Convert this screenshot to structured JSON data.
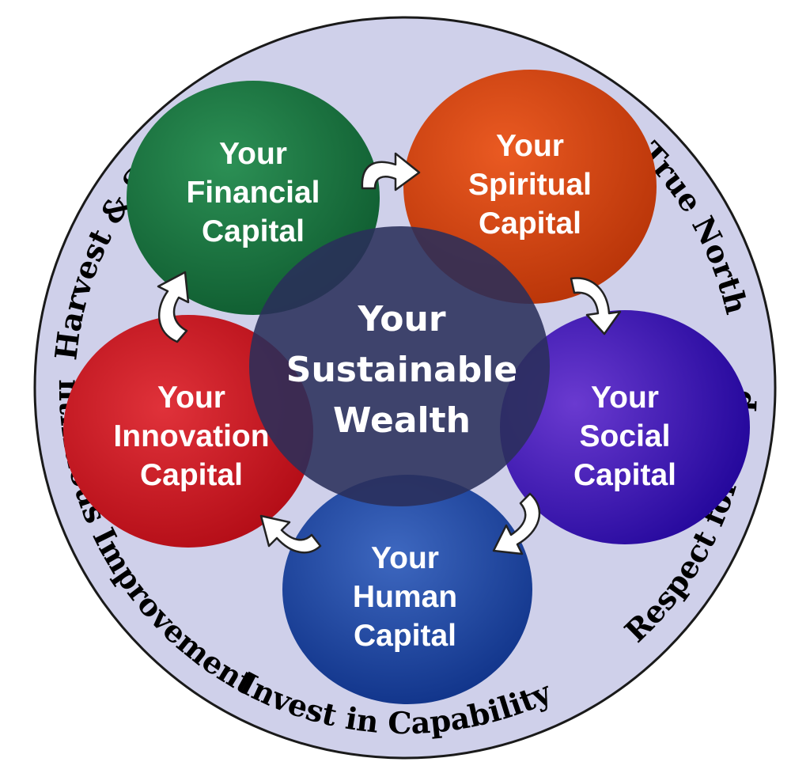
{
  "ring": {
    "fill": "#cfd0ea",
    "stroke": "#1a1a1a",
    "labels": {
      "top_left": "Harvest & Sow",
      "top_right": "True North",
      "right": "Respect for People",
      "bottom": "Invest in Capability",
      "left": "Continuous Improvement"
    }
  },
  "center": {
    "line1": "Your",
    "line2": "Sustainable",
    "line3": "Wealth",
    "color": "#2a2f5a"
  },
  "capitals": {
    "financial": {
      "line1": "Your",
      "line2": "Financial",
      "line3": "Capital",
      "color": "#1e7a45"
    },
    "spiritual": {
      "line1": "Your",
      "line2": "Spiritual",
      "line3": "Capital",
      "color": "#d8461a"
    },
    "social": {
      "line1": "Your",
      "line2": "Social",
      "line3": "Capital",
      "color": "#3a1aa0"
    },
    "human": {
      "line1": "Your",
      "line2": "Human",
      "line3": "Capital",
      "color": "#1f4a9c"
    },
    "innovation": {
      "line1": "Your",
      "line2": "Innovation",
      "line3": "Capital",
      "color": "#c8222a"
    }
  }
}
